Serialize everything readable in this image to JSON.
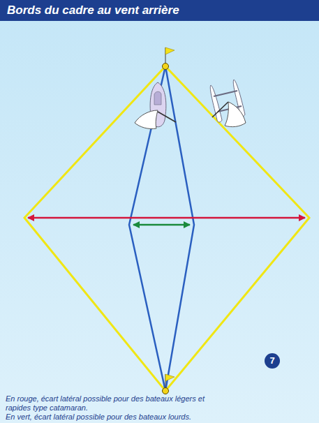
{
  "diagram": {
    "title": "Bords du cadre au vent arrière",
    "labels": [
      "7",
      "En rouge, écart latéral possible pour des bateaux légers et rapides type catamaran.",
      "En vert, écart latéral possible pour des bateaux lourds."
    ]
  }
}
